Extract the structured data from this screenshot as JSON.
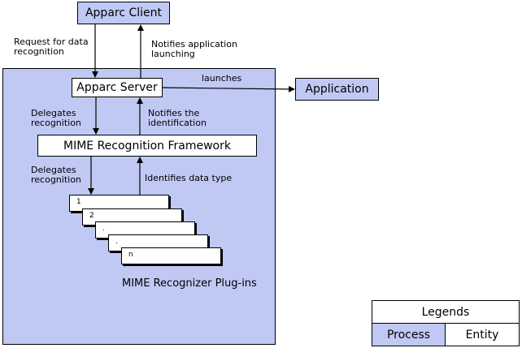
{
  "nodes": {
    "apparc_client": "Apparc Client",
    "apparc_server": "Apparc Server",
    "application": "Application",
    "mime_framework": "MIME Recognition Framework",
    "plugins_caption": "MIME Recognizer Plug-ins"
  },
  "plugin_items": [
    "1",
    "2",
    ".",
    ".",
    "n"
  ],
  "edge_labels": {
    "request": "Request for data\nrecognition",
    "notifies_launch": "Notifies application\nlaunching",
    "launches": "launches",
    "delegates_1": "Delegates\nrecognition",
    "notifies_id": "Notifies the\nidentification",
    "delegates_2": "Delegates\nrecognition",
    "identifies": "Identifies  data type"
  },
  "legend": {
    "title": "Legends",
    "process": "Process",
    "entity": "Entity"
  },
  "colors": {
    "process_fill": "#bfc9f4",
    "entity_fill": "#ffffff",
    "stroke": "#000000"
  }
}
